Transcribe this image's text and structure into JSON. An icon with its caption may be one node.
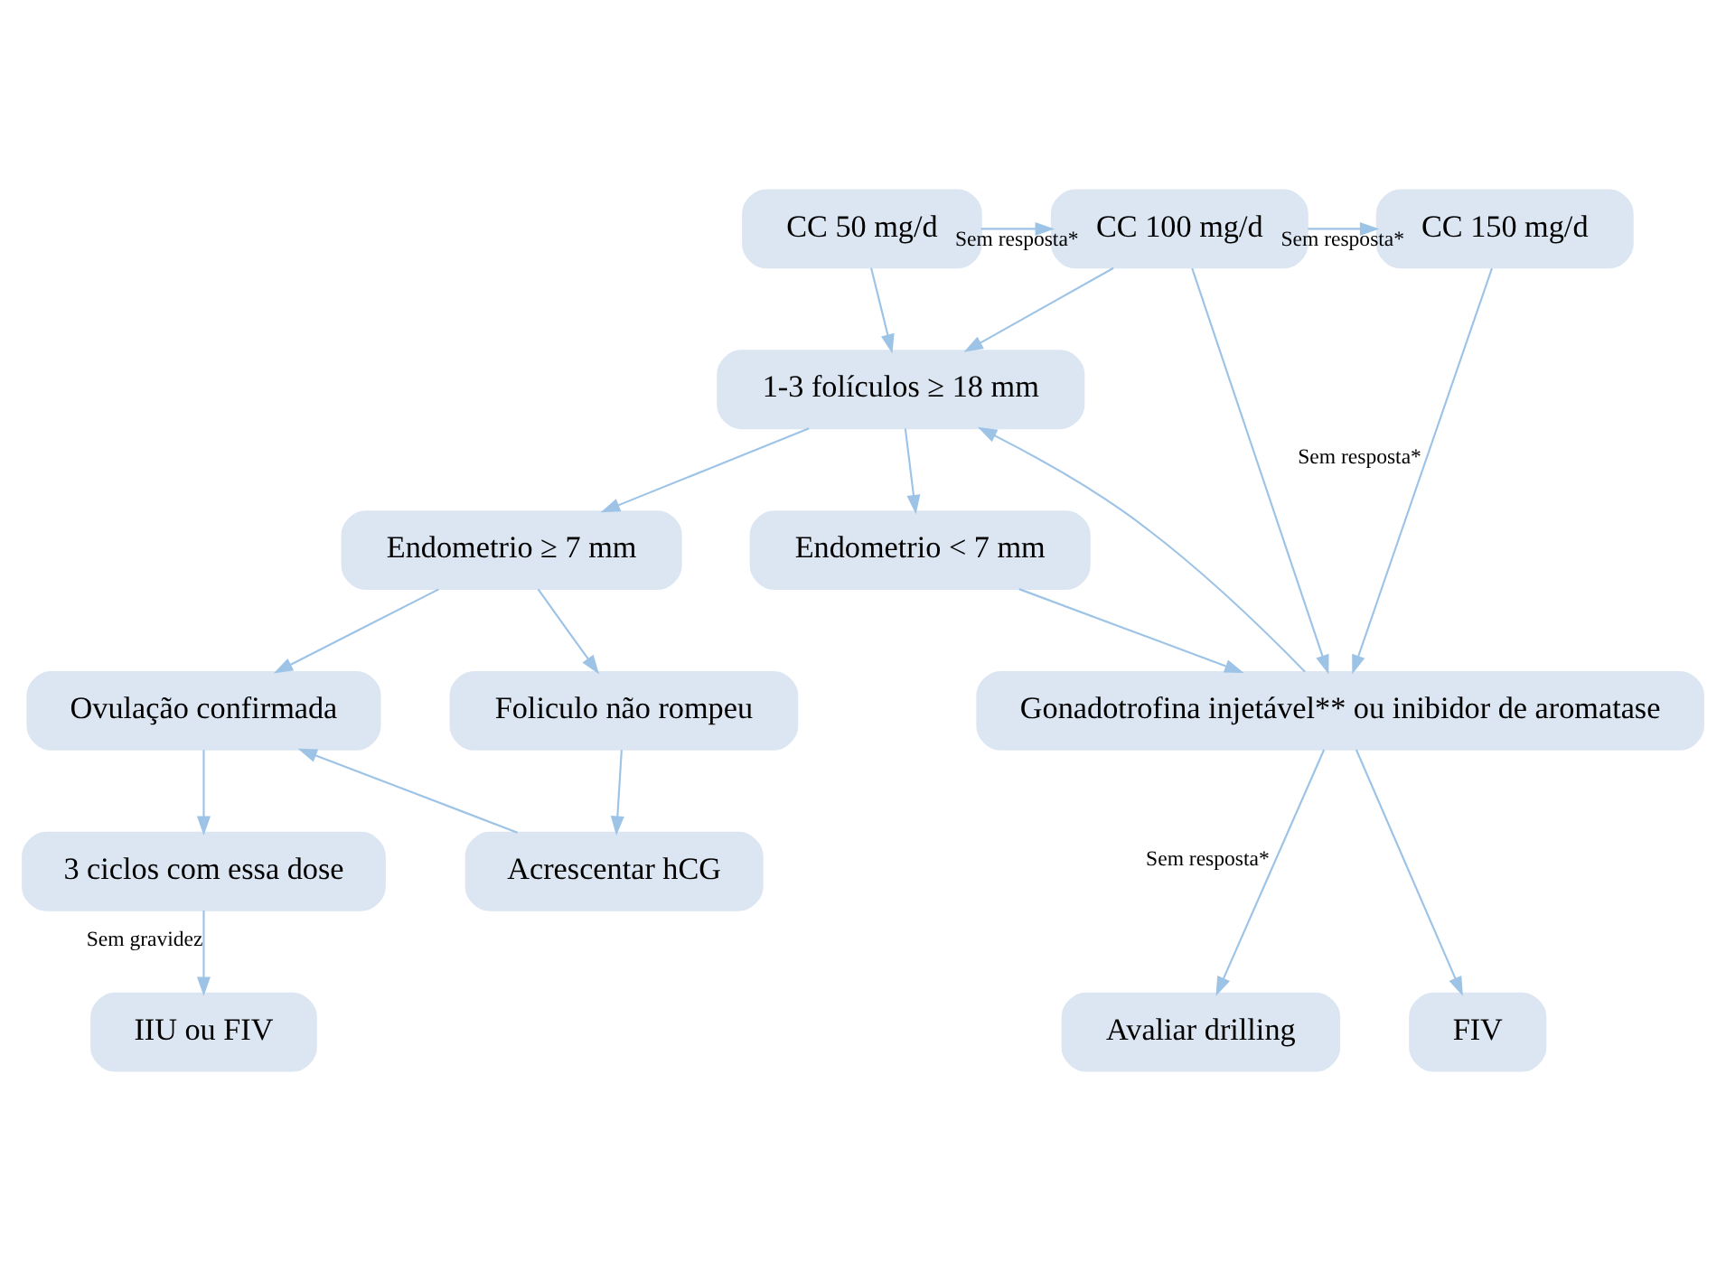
{
  "diagram": {
    "nodes": [
      {
        "text": [
          "CC 50 mg/d"
        ]
      },
      {
        "text": [
          "CC 100 mg/d"
        ]
      },
      {
        "text": [
          "CC 150 mg/d"
        ]
      },
      {
        "text": [
          "1-3 folículos ≥ 18 mm"
        ]
      },
      {
        "text": [
          "Endometrio ≥ 7 mm"
        ]
      },
      {
        "text": [
          "Endometrio < 7 mm"
        ]
      },
      {
        "text": [
          "Gonadotrofina injetável** ou inibidor de aromatase"
        ]
      },
      {
        "text": [
          "Ovulação confirmada"
        ]
      },
      {
        "text": [
          "Foliculo não rompeu"
        ]
      },
      {
        "text": [
          "3 ciclos com essa dose"
        ]
      },
      {
        "text": [
          "Acrescentar hCG"
        ]
      },
      {
        "text": [
          "IIU ou FIV"
        ]
      },
      {
        "text": [
          "Avaliar drilling"
        ]
      },
      {
        "text": [
          "FIV"
        ]
      }
    ],
    "edges": [
      {
        "from": 0,
        "to": 1,
        "arrow": "to",
        "label": "Sem resposta*"
      },
      {
        "from": 1,
        "to": 2,
        "arrow": "to",
        "label": "Sem resposta*"
      },
      {
        "from": 1,
        "to": 6,
        "arrow": "to"
      },
      {
        "from": 0,
        "to": 3,
        "arrow": "to"
      },
      {
        "from": 1,
        "to": 3,
        "arrow": "to"
      },
      {
        "from": 2,
        "to": 6,
        "arrow": "to",
        "label": "Sem resposta*"
      },
      {
        "from": 6,
        "to": 3,
        "arrow": "to"
      },
      {
        "from": 3,
        "to": 4,
        "arrow": "to"
      },
      {
        "from": 3,
        "to": 5,
        "arrow": "to"
      },
      {
        "from": 5,
        "to": 6,
        "arrow": "to"
      },
      {
        "from": 4,
        "to": 7,
        "arrow": "to"
      },
      {
        "from": 4,
        "to": 8,
        "arrow": "to"
      },
      {
        "from": 7,
        "to": 9,
        "arrow": "to"
      },
      {
        "from": 8,
        "to": 10,
        "arrow": "to"
      },
      {
        "from": 10,
        "to": 7,
        "arrow": "to"
      },
      {
        "from": 9,
        "to": 11,
        "arrow": "to",
        "label": "Sem gravidez"
      },
      {
        "from": 6,
        "to": 12,
        "arrow": "to",
        "label": "Sem resposta*"
      },
      {
        "from": 6,
        "to": 13,
        "arrow": "to"
      }
    ]
  }
}
